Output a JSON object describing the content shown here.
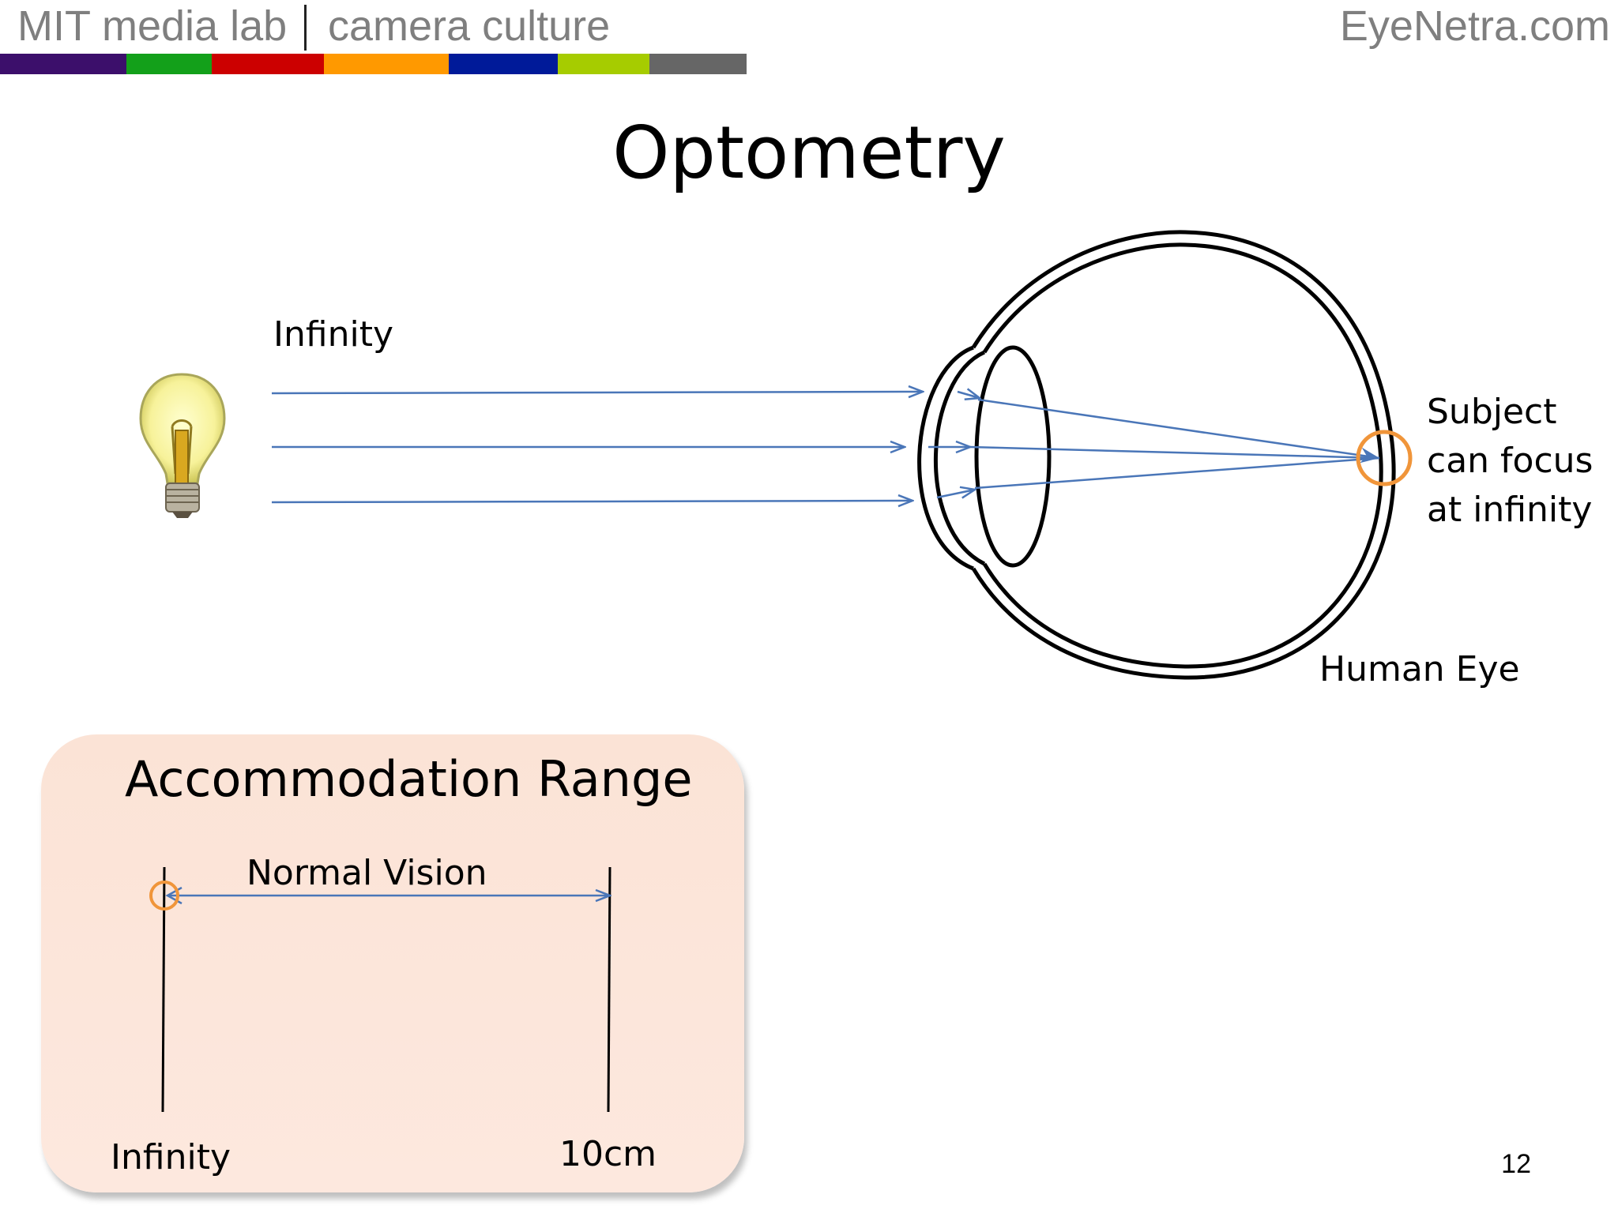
{
  "header": {
    "left_title": "MIT media lab",
    "left_subtitle": "camera culture",
    "right_title": "EyeNetra.com",
    "color_bar": [
      "#3c0f6b",
      "#13a01a",
      "#cc0000",
      "#ff9900",
      "#001a99",
      "#a6cc00",
      "#666666"
    ]
  },
  "slide": {
    "title": "Optometry",
    "page_number": "12"
  },
  "diagram": {
    "infinity_label": "Infinity",
    "subject_label_line1": "Subject",
    "subject_label_line2": "can focus",
    "subject_label_line3": "at infinity",
    "eye_label": "Human Eye",
    "icons": [
      "light-bulb-icon"
    ],
    "colors": {
      "ray": "#4a76b8",
      "highlight": "#f0953a",
      "outline": "#000000"
    }
  },
  "accommodation": {
    "title": "Accommodation Range",
    "range_label": "Normal Vision",
    "left_label": "Infinity",
    "right_label": "10cm",
    "background": "#fbe3d6"
  }
}
